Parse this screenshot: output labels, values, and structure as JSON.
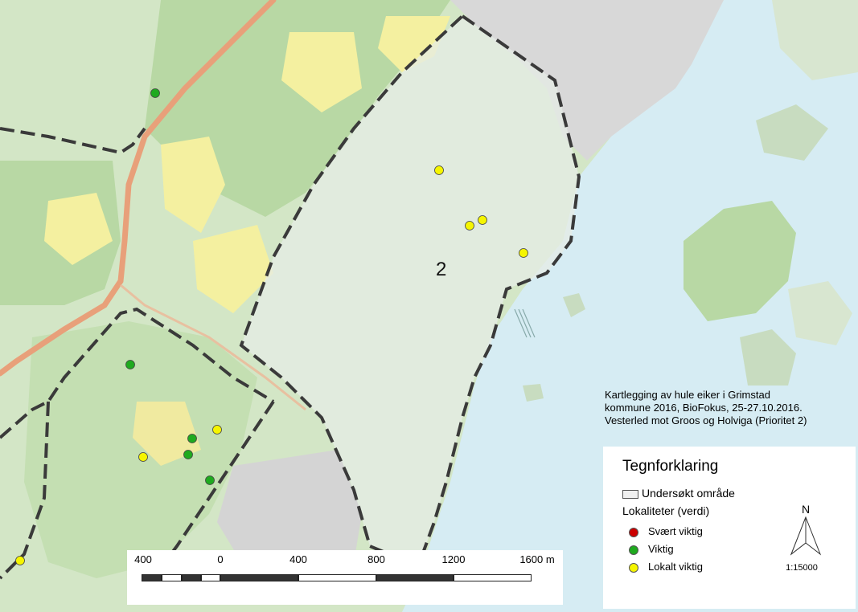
{
  "map": {
    "zone_label": "2",
    "title_lines": [
      "Kartlegging av hule eiker i Grimstad",
      "kommune 2016, BioFokus, 25-27.10.2016.",
      "Vesterled mot Groos og Holviga (Prioritet 2)"
    ],
    "colors": {
      "sea": "#d6ecf3",
      "land": "#d3e6c6",
      "forest": "#b8d8a4",
      "field": "#f4f0a0",
      "urban": "#d8d8d8",
      "road": "#e8a07a",
      "boundary": "#3a3a3a",
      "highlight_zone": "#eef1f3"
    }
  },
  "legend": {
    "title": "Tegnforklaring",
    "area_label": "Undersøkt område",
    "sub_title": "Lokaliteter (verdi)",
    "items": [
      {
        "label": "Svært viktig",
        "color": "#cc0000"
      },
      {
        "label": "Viktig",
        "color": "#1faa1f"
      },
      {
        "label": "Lokalt viktig",
        "color": "#f5f500"
      }
    ],
    "north_letter": "N",
    "scale_ratio": "1:15000"
  },
  "scalebar": {
    "labels": [
      "400",
      "0",
      "400",
      "800",
      "1200",
      "1600 m"
    ]
  },
  "points": [
    {
      "category": "Viktig",
      "lon": 193,
      "lat": 116
    },
    {
      "category": "Viktig",
      "lon": 162,
      "lat": 454
    },
    {
      "category": "Viktig",
      "lon": 239,
      "lat": 546
    },
    {
      "category": "Viktig",
      "lon": 234,
      "lat": 566
    },
    {
      "category": "Viktig",
      "lon": 261,
      "lat": 598
    },
    {
      "category": "Lokalt viktig",
      "lon": 270,
      "lat": 535
    },
    {
      "category": "Lokalt viktig",
      "lon": 178,
      "lat": 569
    },
    {
      "category": "Lokalt viktig",
      "lon": 546,
      "lat": 212
    },
    {
      "category": "Lokalt viktig",
      "lon": 584,
      "lat": 281
    },
    {
      "category": "Lokalt viktig",
      "lon": 600,
      "lat": 274
    },
    {
      "category": "Lokalt viktig",
      "lon": 651,
      "lat": 315
    },
    {
      "category": "Lokalt viktig",
      "lon": 25,
      "lat": 698
    }
  ]
}
